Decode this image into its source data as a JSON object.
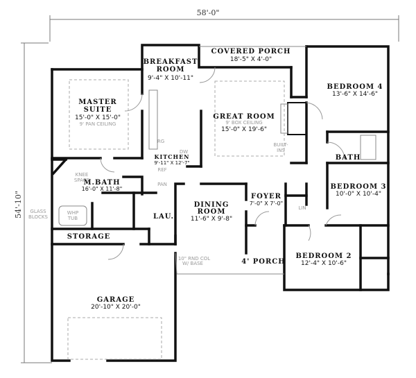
{
  "dimensions": {
    "width": "58'-0\"",
    "depth": "54'-10\""
  },
  "rooms": [
    {
      "name": "BREAKFAST",
      "name2": "ROOM",
      "size": "9'-4\" X 10'-11\""
    },
    {
      "name": "COVERED PORCH",
      "size": "18'-5\" X 4'-0\""
    },
    {
      "name": "BEDROOM 4",
      "size": "13'-6\" X 14'-6\""
    },
    {
      "name": "MASTER",
      "name2": "SUITE",
      "size": "15'-0\" X 15'-0\"",
      "note": "9' PAN CEILING"
    },
    {
      "name": "GREAT ROOM",
      "size": "15'-0\" X 19'-6\"",
      "note": "9' BOX CEILING"
    },
    {
      "name": "KITCHEN",
      "size": "9'-11\" X 12'-7\""
    },
    {
      "name": "BATH"
    },
    {
      "name": "M.BATH",
      "size": "16'-0\" X 11'-8\""
    },
    {
      "name": "BEDROOM 3",
      "size": "10'-0\" X 10'-4\""
    },
    {
      "name": "DINING",
      "name2": "ROOM",
      "size": "11'-6\" X 9'-8\""
    },
    {
      "name": "FOYER",
      "size": "7'-0\" X 7'-0\""
    },
    {
      "name": "LAU."
    },
    {
      "name": "STORAGE"
    },
    {
      "name": "4' PORCH"
    },
    {
      "name": "BEDROOM 2",
      "size": "12'-4\" X 10'-6\""
    },
    {
      "name": "GARAGE",
      "size": "20'-10\" X 20'-0\""
    }
  ],
  "notes": {
    "rg": "RG",
    "dw": "DW",
    "ref": "REF",
    "pan": "PAN",
    "knee": "KNEE",
    "space": "SPACE",
    "glass": "GLASS",
    "blocks": "BLOCKS",
    "whp": "WHP",
    "tub": "TUB",
    "built": "BUILT-",
    "ins": "INS",
    "lin": "LIN",
    "col1": "10\" RND COL",
    "col2": "W/ BASE"
  }
}
